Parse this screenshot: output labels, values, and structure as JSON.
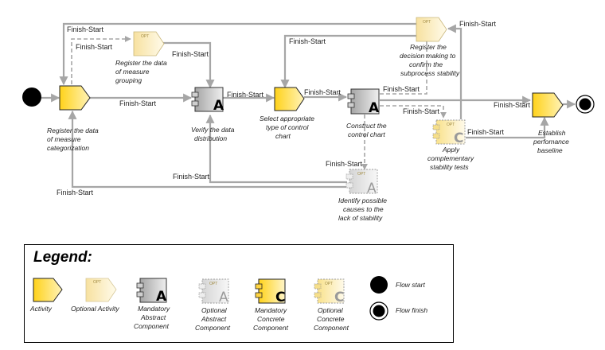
{
  "diagram": {
    "edge_label": "Finish-Start",
    "opt_tag": "OPT",
    "nodes": {
      "register_categorization": [
        "Register the data",
        "of measure",
        "categorization"
      ],
      "register_grouping": [
        "Register the data",
        "of measure",
        "grouping"
      ],
      "verify_distribution": [
        "Verify the data",
        "distribution"
      ],
      "select_chart": [
        "Select appropriate",
        "type of control",
        "chart"
      ],
      "construct_chart": [
        "Construct the",
        "control chart"
      ],
      "register_decision": [
        "Register the",
        "decision making to",
        "confirm the",
        "subprocess stability"
      ],
      "apply_tests": [
        "Apply",
        "complementary",
        "stability tests"
      ],
      "identify_causes": [
        "Identify possible",
        "causes to the",
        "lack of stability"
      ],
      "establish_baseline": [
        "Establish",
        "perfomance",
        "baseline"
      ]
    },
    "component_letters": {
      "abstract": "A",
      "concrete": "C"
    }
  },
  "legend": {
    "title": "Legend:",
    "activity": "Activity",
    "optional_activity": "Optional Activity",
    "mandatory_abstract": [
      "Mandatory",
      "Abstract",
      "Component"
    ],
    "optional_abstract": [
      "Optional",
      "Abstract",
      "Component"
    ],
    "mandatory_concrete": [
      "Mandatory",
      "Concrete",
      "Component"
    ],
    "optional_concrete": [
      "Optional",
      "Concrete",
      "Component"
    ],
    "flow_start": "Flow start",
    "flow_finish": "Flow finish"
  },
  "colors": {
    "activity_fill_start": "#ffd21a",
    "activity_fill_end": "#fff3b8",
    "optional_fill_start": "#f7e6a2",
    "optional_fill_end": "#fffbea",
    "abstract_fill_start": "#a0a0a0",
    "abstract_fill_end": "#ededed",
    "connector": "#a6a6a6"
  }
}
